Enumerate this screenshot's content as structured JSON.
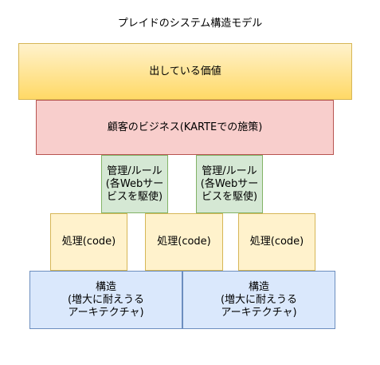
{
  "title": "プレイドのシステム構造モデル",
  "layers": {
    "value": "出している価値",
    "business": "顧客のビジネス(KARTEでの施策)",
    "rules": [
      "管理/ルール\n(各Webサー\nビスを駆使)",
      "管理/ルール\n(各Webサー\nビスを駆使)"
    ],
    "processes": [
      "処理(code)",
      "処理(code)",
      "処理(code)"
    ],
    "structures": [
      "構造\n(増大に耐えうる\nアーキテクチャ)",
      "構造\n(増大に耐えうる\nアーキテクチャ)"
    ]
  },
  "colors": {
    "value_fill_top": "#fff2cc",
    "value_fill_bottom": "#ffd966",
    "value_stroke": "#d6b656",
    "business_fill": "#f8cecc",
    "business_stroke": "#b85450",
    "rule_fill": "#d5e8d4",
    "rule_stroke": "#82b366",
    "process_fill": "#fff2cc",
    "process_stroke": "#d6b656",
    "structure_fill": "#dae8fc",
    "structure_stroke": "#6c8ebf"
  }
}
